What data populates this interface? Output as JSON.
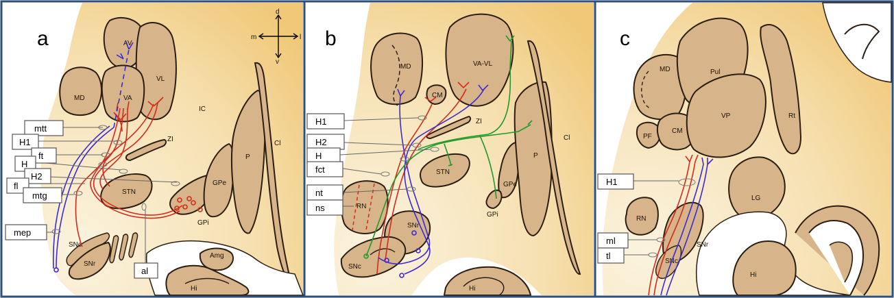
{
  "panels": {
    "a": {
      "letter": "a",
      "compass": {
        "d": "d",
        "v": "v",
        "m": "m",
        "l": "l"
      },
      "structures": {
        "AV": "AV",
        "VL": "VL",
        "MD": "MD",
        "VA": "VA",
        "IC": "IC",
        "ZI": "ZI",
        "STN": "STN",
        "GPe": "GPe",
        "P": "P",
        "Cl": "Cl",
        "GPi": "GPi",
        "SNc": "SNc",
        "SNr": "SNr",
        "Amg": "Amg",
        "Hi": "Hi"
      },
      "labels": [
        "mtt",
        "H1",
        "ft",
        "H",
        "H2",
        "fl",
        "mtg",
        "mep",
        "al"
      ]
    },
    "b": {
      "letter": "b",
      "structures": {
        "MD": "MD",
        "VA-VL": "VA-VL",
        "CM": "CM",
        "ZI": "ZI",
        "Cl": "Cl",
        "P": "P",
        "STN": "STN",
        "GPe": "GPe",
        "GPi": "GPi",
        "RN": "RN",
        "SNr": "SNr",
        "SNc": "SNc",
        "Hi": "Hi"
      },
      "labels": [
        "H1",
        "H2",
        "H",
        "fct",
        "nt",
        "ns"
      ]
    },
    "c": {
      "letter": "c",
      "structures": {
        "MD": "MD",
        "Pul": "Pul",
        "PF": "PF",
        "CM": "CM",
        "VP": "VP",
        "Rt": "Rt",
        "LG": "LG",
        "RN": "RN",
        "SNr": "SNr",
        "SNc": "SNc",
        "Hi": "Hi"
      },
      "labels": [
        "H1",
        "ml",
        "tl"
      ]
    }
  },
  "colors": {
    "tissue_light": "#fbf3df",
    "tissue_dark": "#f2cf8a",
    "structure_fill": "#d8b48a",
    "outline": "#2b1d10",
    "pathway_red": "#d42a1c",
    "pathway_blue": "#3a2bd0",
    "pathway_green": "#1f9a2b",
    "frame": "#2e4f7a"
  }
}
